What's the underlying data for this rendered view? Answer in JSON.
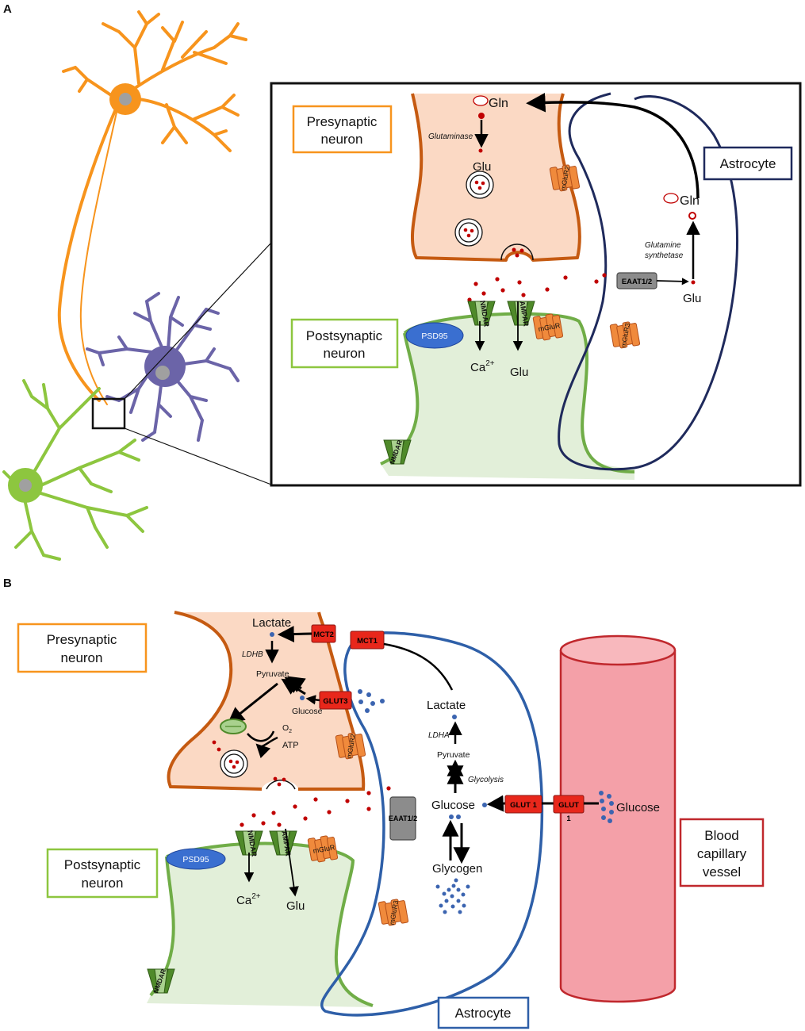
{
  "panels": {
    "a_letter": "A",
    "b_letter": "B"
  },
  "panel_a": {
    "presynaptic_l1": "Presynaptic",
    "presynaptic_l2": "neuron",
    "postsynaptic_l1": "Postsynaptic",
    "postsynaptic_l2": "neuron",
    "astrocyte": "Astrocyte",
    "gln_top": "Gln",
    "gln_astro": "Gln",
    "glutaminase": "Glutaminase",
    "glu_pre": "Glu",
    "glu_astro": "Glu",
    "glu_post": "Glu",
    "glutamine": "Glutamine",
    "synthetase": "synthetase",
    "eaat": "EAAT1/2",
    "mglur2": "mGluR2",
    "mglur3": "mGluR3",
    "mglur": "mGluR",
    "psd95": "PSD95",
    "nmdar": "NMDAR",
    "ampar": "AMPAR",
    "nmdar_ext": "NMDAR",
    "ca": "Ca",
    "ca_sup": "2+"
  },
  "panel_b": {
    "presynaptic_l1": "Presynaptic",
    "presynaptic_l2": "neuron",
    "postsynaptic_l1": "Postsynaptic",
    "postsynaptic_l2": "neuron",
    "astrocyte": "Astrocyte",
    "blood_l1": "Blood",
    "blood_l2": "capillary",
    "blood_l3": "vessel",
    "lactate_neuron": "Lactate",
    "ldhb": "LDHB",
    "pyruvate_neuron": "Pyruvate",
    "glucose_neuron": "Glucose",
    "o2": "O",
    "o2_sub": "2",
    "atp": "ATP",
    "mct2": "MCT2",
    "mct1": "MCT1",
    "glut3": "GLUT3",
    "mglur2": "mGluR2",
    "mglur3": "mGluR3",
    "mglur": "mGluR",
    "eaat": "EAAT1/2",
    "lactate_astro": "Lactate",
    "ldha": "LDHA",
    "pyruvate_astro": "Pyruvate",
    "glycolysis": "Glycolysis",
    "glucose_astro": "Glucose",
    "glycogen": "Glycogen",
    "glut1_a": "GLUT 1",
    "glut1_b": "GLUT",
    "glut1_b2": "1",
    "glucose_blood": "Glucose",
    "psd95": "PSD95",
    "nmdar": "NMDAR",
    "ampar": "AMPAR",
    "nmdar_ext": "NMDAR",
    "ca": "Ca",
    "ca_sup": "2+",
    "glu_post": "Glu"
  },
  "colors": {
    "presynaptic": "#f7941d",
    "presynaptic_fill": "#fbd9c4",
    "presynaptic_edge": "#c55a11",
    "postsynaptic": "#70ad47",
    "postsynaptic_fill": "#e2efd9",
    "astrocyte_a": "#1f2a5c",
    "astrocyte_b": "#2e5fa8",
    "astro_cell": "#6b64a8",
    "blood": "#f4a0a8",
    "blood_edge": "#c0282d",
    "transporter": "#e8271b",
    "receptor": "#f08a3c",
    "psd95": "#3a6fd0",
    "glutamate_dot": "#c00000",
    "glucose_dot": "#3b64b0"
  }
}
